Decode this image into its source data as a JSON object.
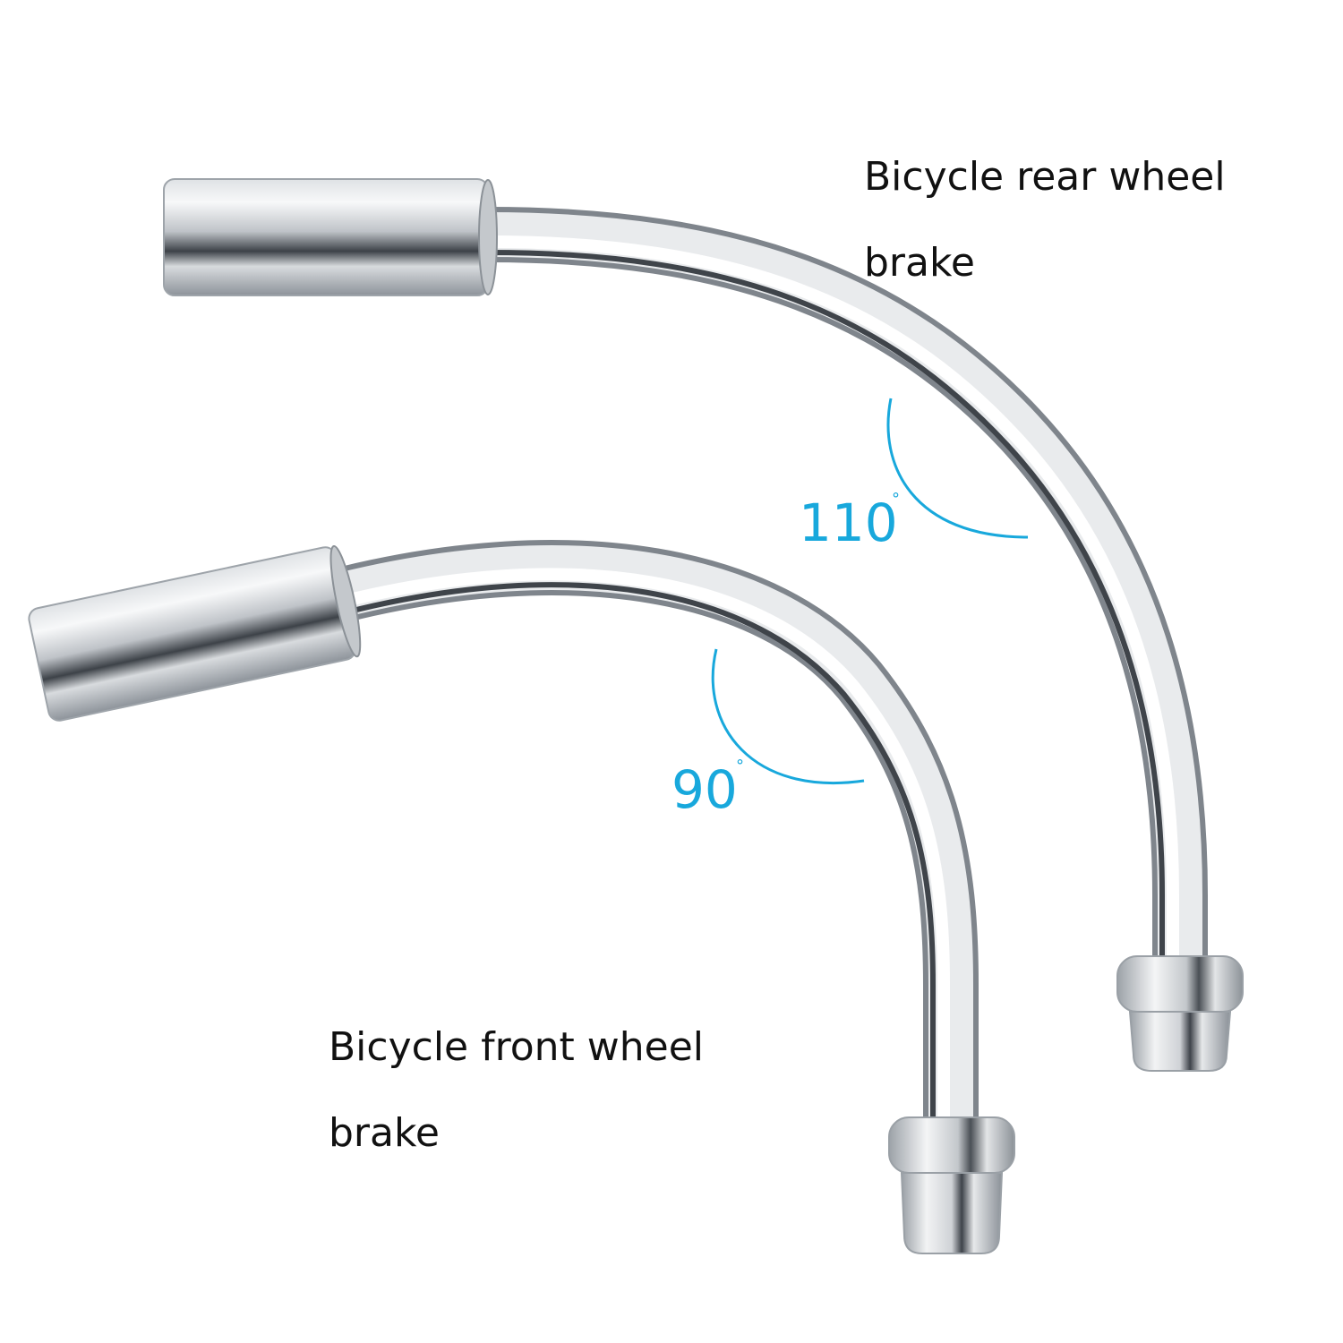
{
  "rear_brake": {
    "caption_line1": "Bicycle rear wheel",
    "caption_line2": "brake",
    "angle_value": "110",
    "angle_unit": "°"
  },
  "front_brake": {
    "caption_line1": "Bicycle front wheel",
    "caption_line2": "brake",
    "angle_value": "90",
    "angle_unit": "°"
  },
  "colors": {
    "background": "#ffffff",
    "angle_accent": "#18a8dc",
    "text": "#111111",
    "chrome": "#c9cdd2"
  }
}
